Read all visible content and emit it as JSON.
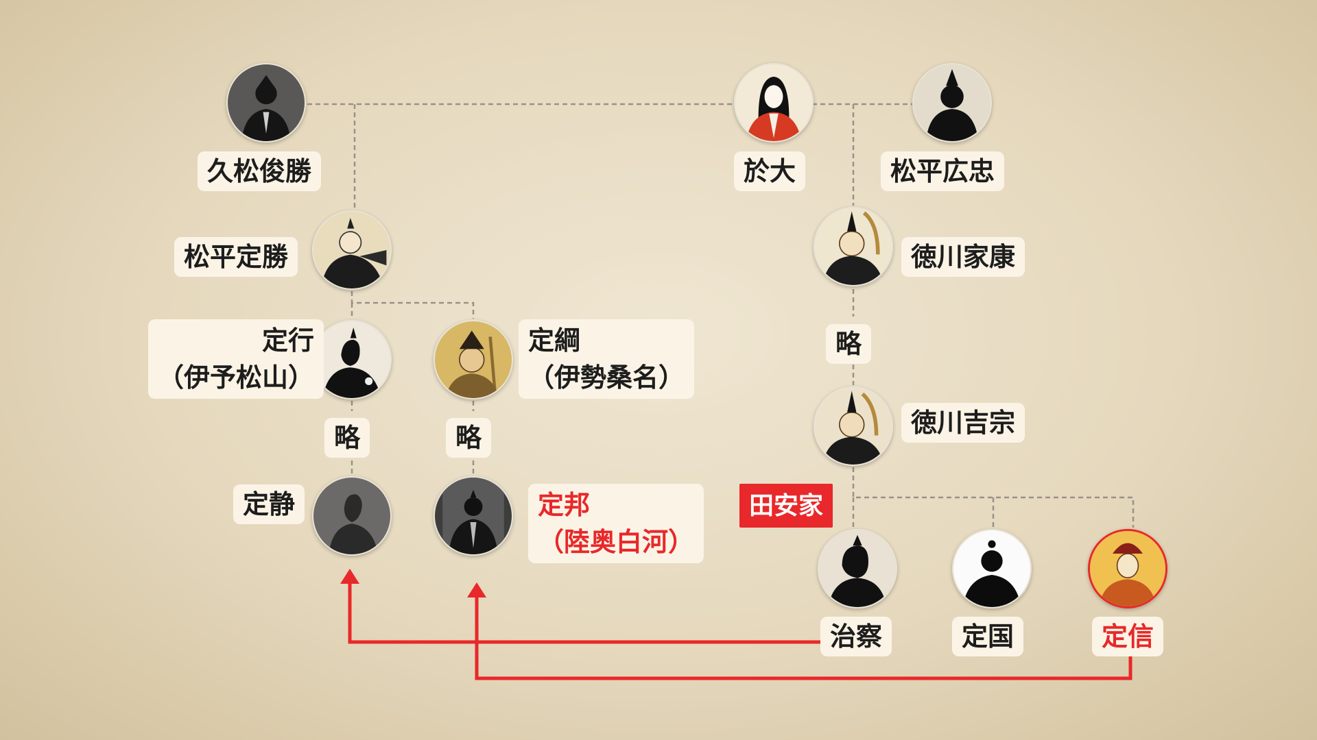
{
  "people": {
    "hisamatsu_toshikatsu": "久松俊勝",
    "matsudaira_sadakatsu": "松平定勝",
    "sadayuki": {
      "name": "定行",
      "domain": "（伊予松山）"
    },
    "sadatsuna": {
      "name": "定綱",
      "domain": "（伊勢桑名）"
    },
    "sadashizu": "定静",
    "sadakuni_shirakawa": {
      "name": "定邦",
      "domain": "（陸奥白河）"
    },
    "odai": "於大",
    "matsudaira_hirotada": "松平広忠",
    "tokugawa_ieyasu": "徳川家康",
    "tokugawa_yoshimune": "徳川吉宗",
    "harusada": "治察",
    "sadakuni": "定国",
    "sadanobu": "定信"
  },
  "abbreviation": "略",
  "house_badge": "田安家",
  "colors": {
    "highlight": "#e8282a",
    "label_bg": "#fbf4e6",
    "connector": "#9a9288"
  }
}
